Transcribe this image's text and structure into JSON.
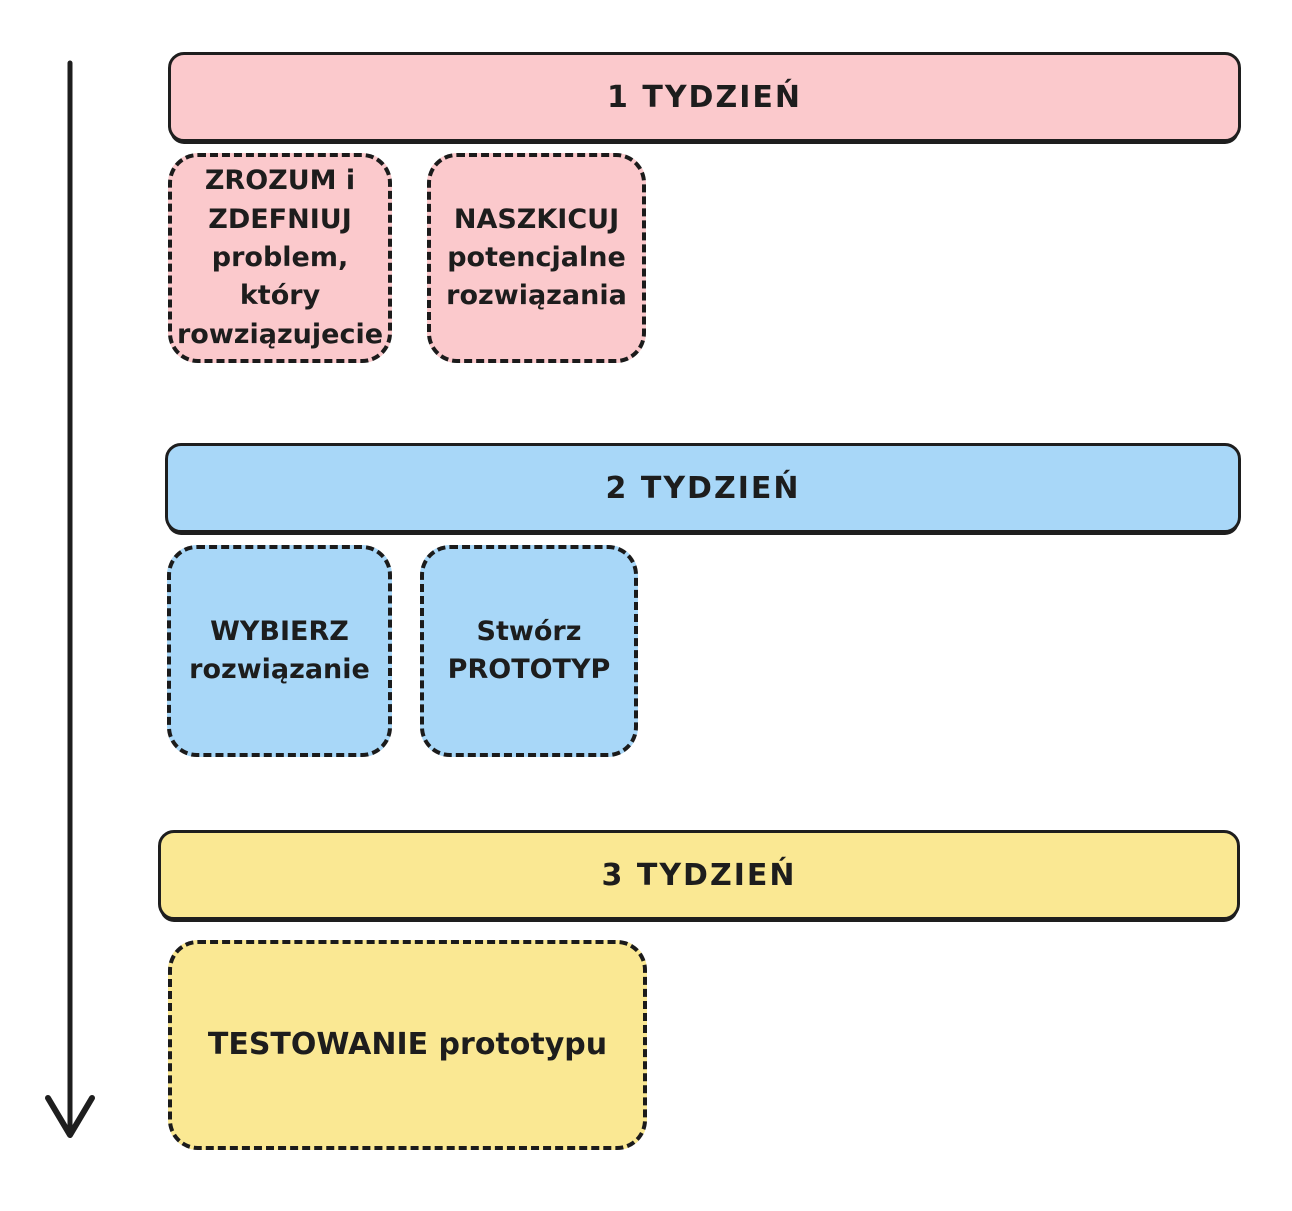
{
  "palette": {
    "pink": "#fbc9cc",
    "blue": "#a8d7f8",
    "yellow": "#fae893",
    "stroke": "#1e1e1e",
    "background": "#ffffff"
  },
  "arrow": {
    "description": "vertical timeline arrow pointing down"
  },
  "sections": [
    {
      "header": "1 TYDZIEŃ",
      "color": "#fbc9cc",
      "cards": [
        {
          "text": "ZROZUM i\nZDEFNIUJ\nproblem, który\nrowziązujecie"
        },
        {
          "text": "NASZKICUJ\npotencjalne\nrozwiązania"
        }
      ]
    },
    {
      "header": "2 TYDZIEŃ",
      "color": "#a8d7f8",
      "cards": [
        {
          "text": "WYBIERZ\nrozwiązanie"
        },
        {
          "text": "Stwórz\nPROTOTYP"
        }
      ]
    },
    {
      "header": "3 TYDZIEŃ",
      "color": "#fae893",
      "cards": [
        {
          "text": "TESTOWANIE prototypu"
        }
      ]
    }
  ]
}
